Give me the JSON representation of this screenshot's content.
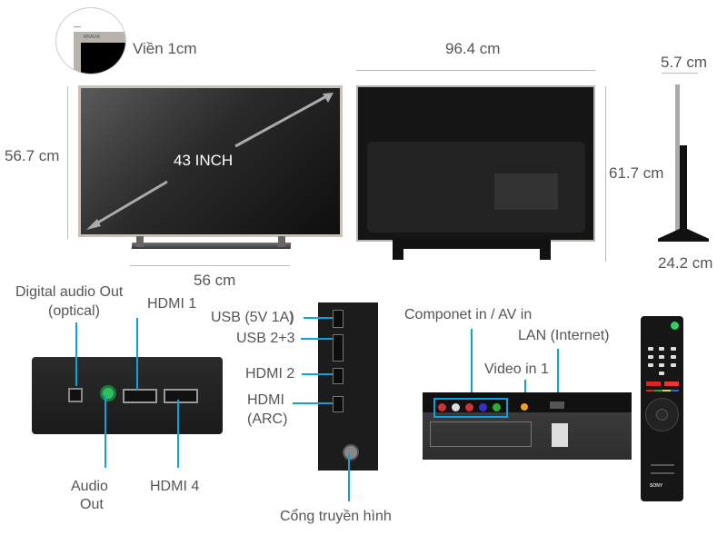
{
  "bezel": {
    "label": "Viền 1cm",
    "logo": "BRAVIA"
  },
  "front": {
    "diagonal_label": "43 INCH",
    "height_label": "56.7 cm",
    "stand_width_label": "56 cm"
  },
  "back": {
    "width_label": "96.4 cm",
    "height_label": "61.7 cm"
  },
  "side": {
    "depth_label": "5.7 cm",
    "stand_depth_label": "24.2 cm"
  },
  "rear_ports": {
    "digital_audio_line1": "Digital audio Out",
    "digital_audio_line2": "(optical)",
    "hdmi1": "HDMI 1",
    "audio_out_line1": "Audio",
    "audio_out_line2": "Out",
    "hdmi4": "HDMI 4"
  },
  "side_ports": {
    "usb1_prefix": "USB (5V 1A",
    "usb1_suffix": ")",
    "usb23": "USB 2+3",
    "hdmi2": "HDMI 2",
    "hdmi_arc_line1": "HDMI",
    "hdmi_arc_line2": "(ARC)",
    "antenna": "Cổng truyền hình"
  },
  "bottom_ports": {
    "component": "Componet in / AV in",
    "lan": "LAN (Internet)",
    "video_in": "Video in 1"
  },
  "remote": {
    "brand": "SONY"
  },
  "colors": {
    "callout": "#0aa3e0",
    "text": "#555555",
    "dimension": "#bbbbbb"
  }
}
